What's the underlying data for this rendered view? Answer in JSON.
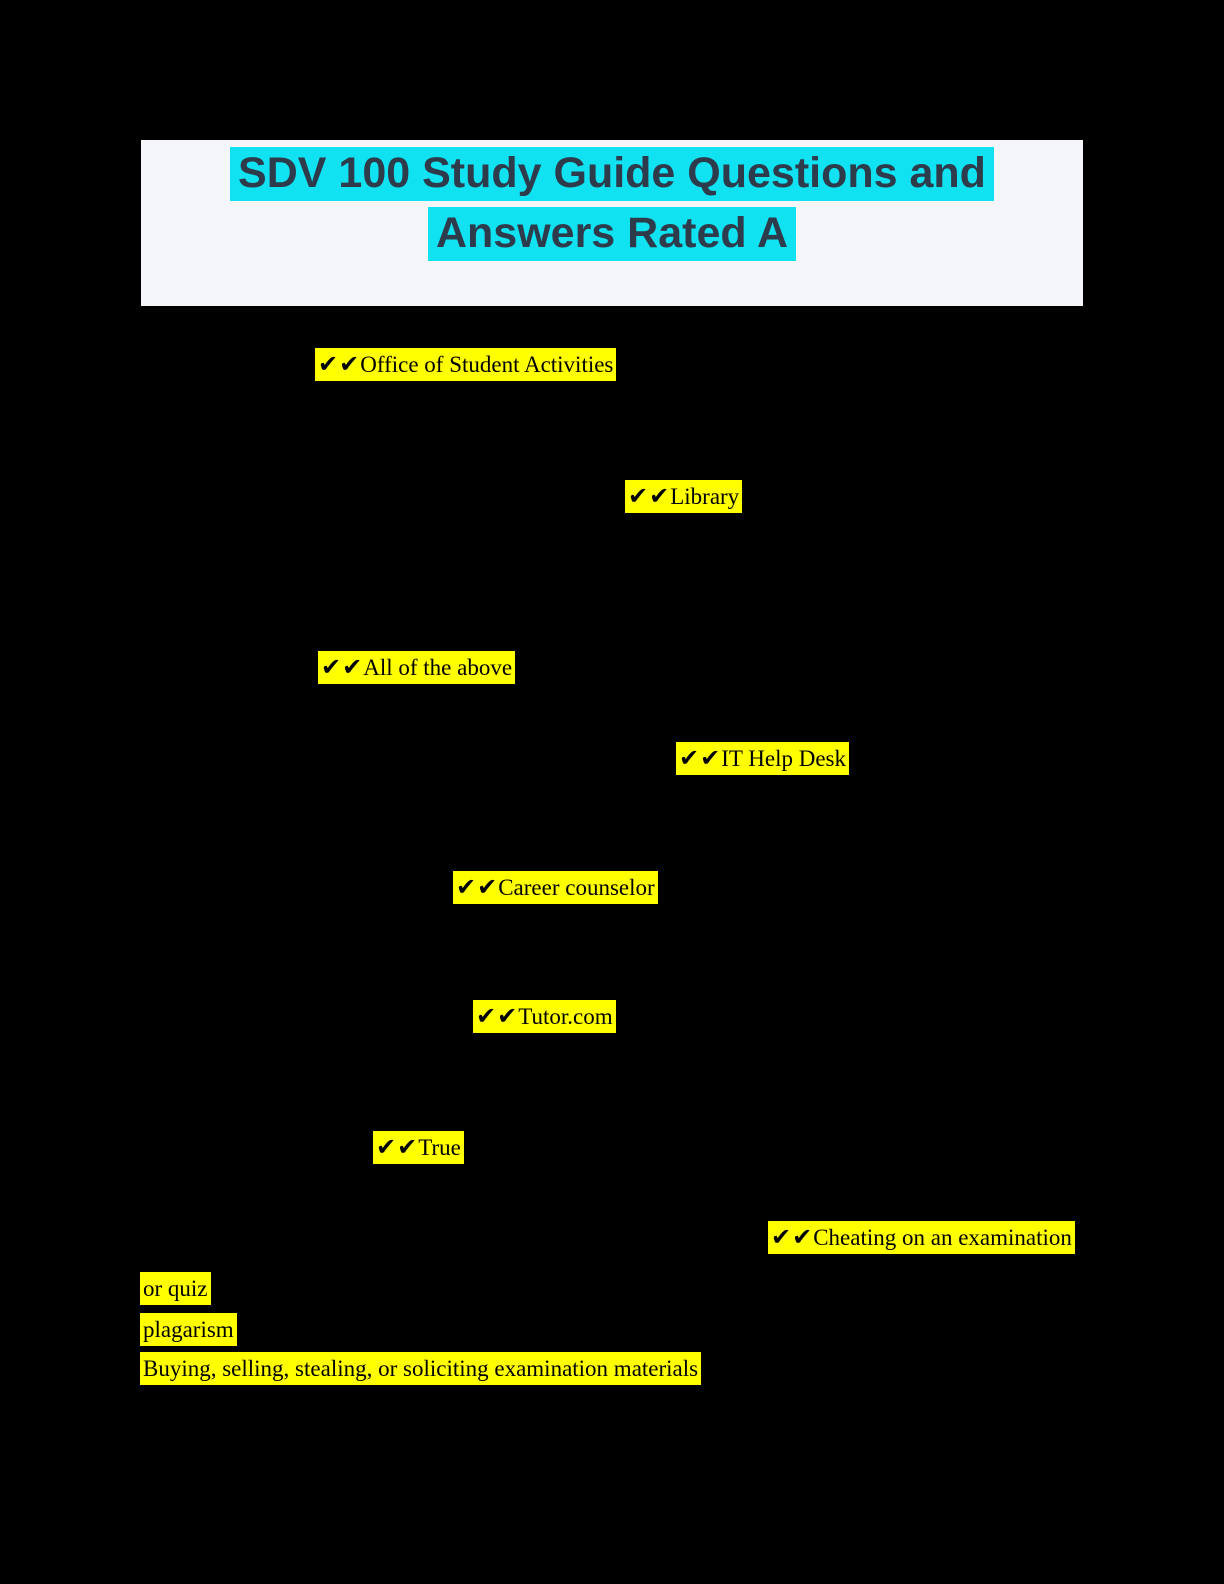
{
  "page": {
    "background_color": "#000000"
  },
  "header": {
    "box_color": "#f4f6fa",
    "highlight_color": "#10e2f2",
    "text_color": "#2e3b4b",
    "title_line1": "SDV 100 Study Guide Questions and",
    "title_line2": "Answers Rated A"
  },
  "answer_style": {
    "highlight_color": "#ffff00",
    "text_color": "#000000",
    "checkmark_glyphs": "✔✔"
  },
  "answers": [
    {
      "marks": "✔✔",
      "text": "Office of Student Activities"
    },
    {
      "marks": "✔✔",
      "text": "Library"
    },
    {
      "marks": "✔✔",
      "text": "All of the above"
    },
    {
      "marks": "✔✔",
      "text": "IT Help Desk"
    },
    {
      "marks": "✔✔",
      "text": "Career counselor"
    },
    {
      "marks": "✔✔",
      "text": "Tutor.com"
    },
    {
      "marks": "✔✔",
      "text": "True"
    },
    {
      "marks": "✔✔",
      "text": "Cheating on an examination"
    },
    {
      "marks": "",
      "text": "or quiz"
    },
    {
      "marks": "",
      "text": "plagarism"
    },
    {
      "marks": "",
      "text": "Buying, selling, stealing, or soliciting examination materials"
    }
  ]
}
